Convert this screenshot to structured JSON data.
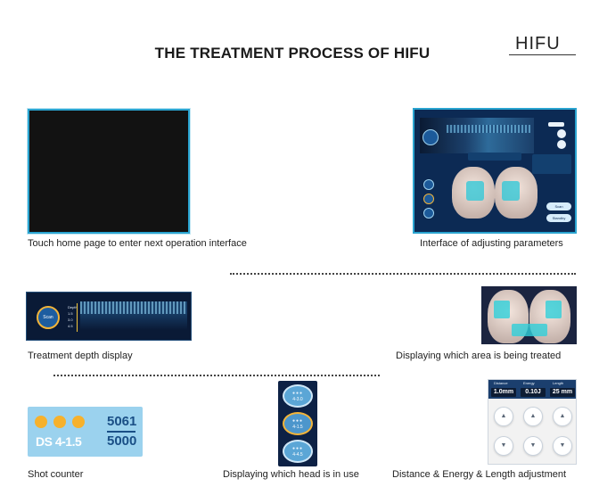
{
  "header": {
    "title": "THE TREATMENT PROCESS OF HIFU",
    "brand": "HIFU"
  },
  "sections": {
    "home": {
      "caption": "Touch home page to enter next operation interface"
    },
    "params": {
      "caption": "Interface of adjusting parameters",
      "scan_button": "Scan",
      "mode_button": "Standby"
    },
    "depth": {
      "caption": "Treatment depth display",
      "depth_label": "Depth",
      "scale": [
        "1.5",
        "3.0",
        "4.5"
      ],
      "scan_button": "Scan"
    },
    "area": {
      "caption": "Displaying which area is being treated"
    },
    "counter": {
      "caption": "Shot counter",
      "head": "DS 4-1.5",
      "shots_remaining": "5061",
      "shots_total": "5000"
    },
    "heads": {
      "caption": "Displaying which head is in use",
      "items": [
        {
          "dots": "●●●",
          "label": "4-3.0"
        },
        {
          "dots": "●●●",
          "label": "4-1.5"
        },
        {
          "dots": "●●●",
          "label": "4-4.5"
        }
      ]
    },
    "adjust": {
      "caption": "Distance & Energy & Length adjustment",
      "distance_label": "Distance",
      "distance_value": "1.0mm",
      "energy_label": "Energy",
      "energy_value": "0.10J",
      "length_label": "Length",
      "length_value": "25 mm",
      "up_symbol": "▲",
      "down_symbol": "▼"
    }
  },
  "colors": {
    "frame": "#2aa4d0",
    "screen_bg": "#0c2a54",
    "counter_bg": "#9bd2ee",
    "accent": "#f6b12c"
  }
}
